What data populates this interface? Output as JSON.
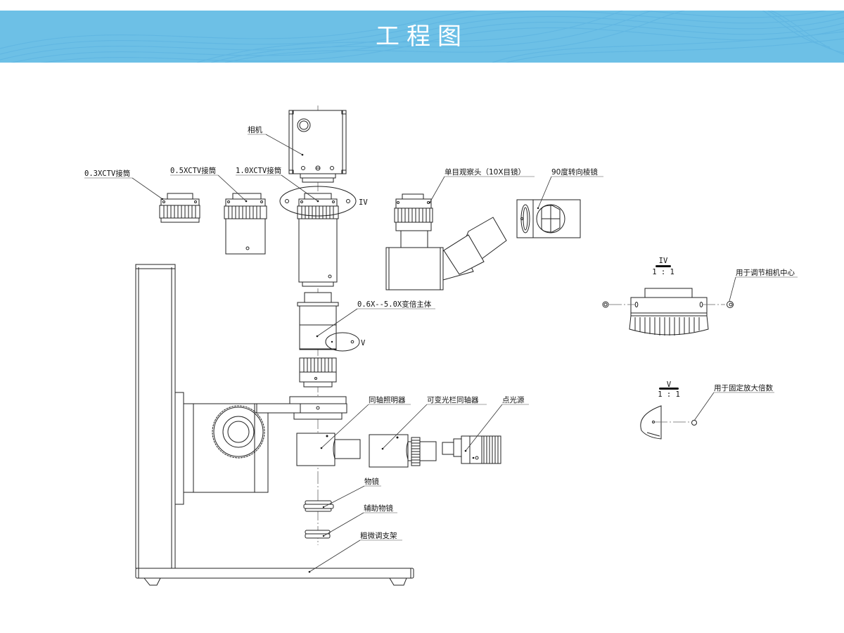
{
  "header": {
    "title": "工程图",
    "background_color": "#6dc0e6",
    "text_color": "#ffffff"
  },
  "drawing": {
    "labels": {
      "camera": "相机",
      "adapter_03x": "0.3XCTV接筒",
      "adapter_05x": "0.5XCTV接筒",
      "adapter_10x": "1.0XCTV接筒",
      "monocular_head": "单目观察头（10X目镜）",
      "prism_90": "90度转向棱镜",
      "zoom_body": "0.6X--5.0X变倍主体",
      "coaxial_illuminator": "同轴照明器",
      "variable_aperture_coaxial": "可变光栏同轴器",
      "point_light_source": "点光源",
      "objective": "物镜",
      "auxiliary_objective": "辅助物镜",
      "coarse_fine_stand": "粗微调支架"
    },
    "detail_markers": {
      "iv": "IV",
      "v": "V"
    },
    "detail_views": [
      {
        "id": "IV",
        "scale": "1 : 1",
        "note": "用于调节相机中心"
      },
      {
        "id": "V",
        "scale": "1 : 1",
        "note": "用于固定放大倍数"
      }
    ]
  }
}
